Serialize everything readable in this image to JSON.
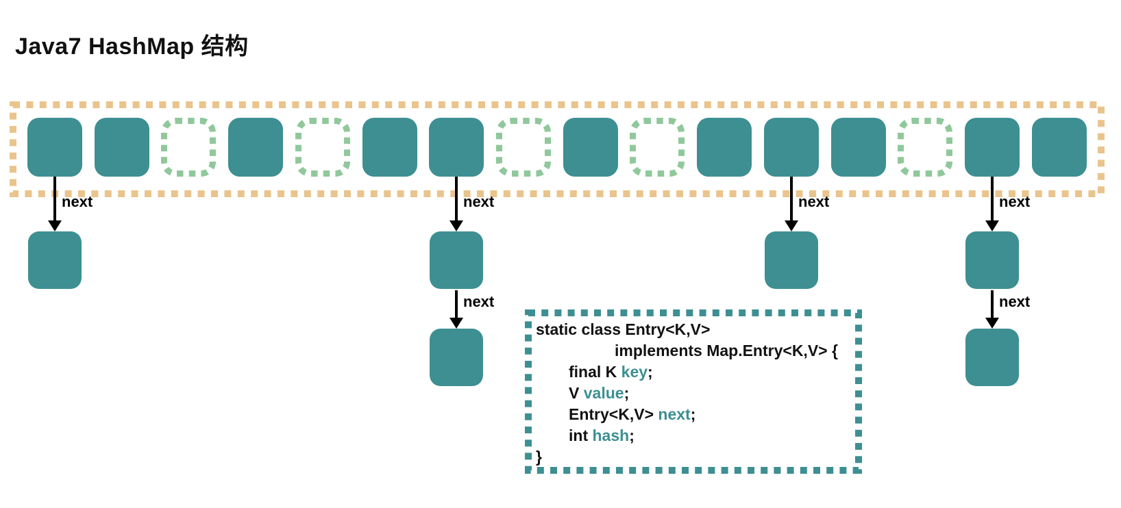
{
  "title": "Java7 HashMap 结构",
  "colors": {
    "teal": "#3D8F92",
    "orange": "#EAC48D",
    "green": "#90C89C",
    "arrow": "#000000",
    "code_text": "#111111"
  },
  "bucket_array": {
    "slot_count": 16,
    "slots": [
      "filled",
      "filled",
      "empty",
      "filled",
      "empty",
      "filled",
      "filled",
      "empty",
      "filled",
      "empty",
      "filled",
      "filled",
      "filled",
      "empty",
      "filled",
      "filled"
    ]
  },
  "chains": [
    {
      "slot": 0,
      "links": [
        "next"
      ]
    },
    {
      "slot": 6,
      "links": [
        "next",
        "next"
      ]
    },
    {
      "slot": 11,
      "links": [
        "next"
      ]
    },
    {
      "slot": 14,
      "links": [
        "next",
        "next"
      ]
    }
  ],
  "code_block": {
    "lines": [
      {
        "indent": 0,
        "segments": [
          {
            "text": "static class Entry<K,V>",
            "accent": false
          }
        ]
      },
      {
        "indent": 115,
        "segments": [
          {
            "text": "implements Map.Entry<K,V> {",
            "accent": false
          }
        ]
      },
      {
        "indent": 48,
        "segments": [
          {
            "text": "final K ",
            "accent": false
          },
          {
            "text": "key",
            "accent": true
          },
          {
            "text": ";",
            "accent": false
          }
        ]
      },
      {
        "indent": 48,
        "segments": [
          {
            "text": "V ",
            "accent": false
          },
          {
            "text": "value",
            "accent": true
          },
          {
            "text": ";",
            "accent": false
          }
        ]
      },
      {
        "indent": 48,
        "segments": [
          {
            "text": "Entry<K,V> ",
            "accent": false
          },
          {
            "text": "next",
            "accent": true
          },
          {
            "text": ";",
            "accent": false
          }
        ]
      },
      {
        "indent": 48,
        "segments": [
          {
            "text": "int ",
            "accent": false
          },
          {
            "text": "hash",
            "accent": true
          },
          {
            "text": ";",
            "accent": false
          }
        ]
      },
      {
        "indent": 0,
        "segments": [
          {
            "text": "}",
            "accent": false
          }
        ]
      }
    ]
  }
}
